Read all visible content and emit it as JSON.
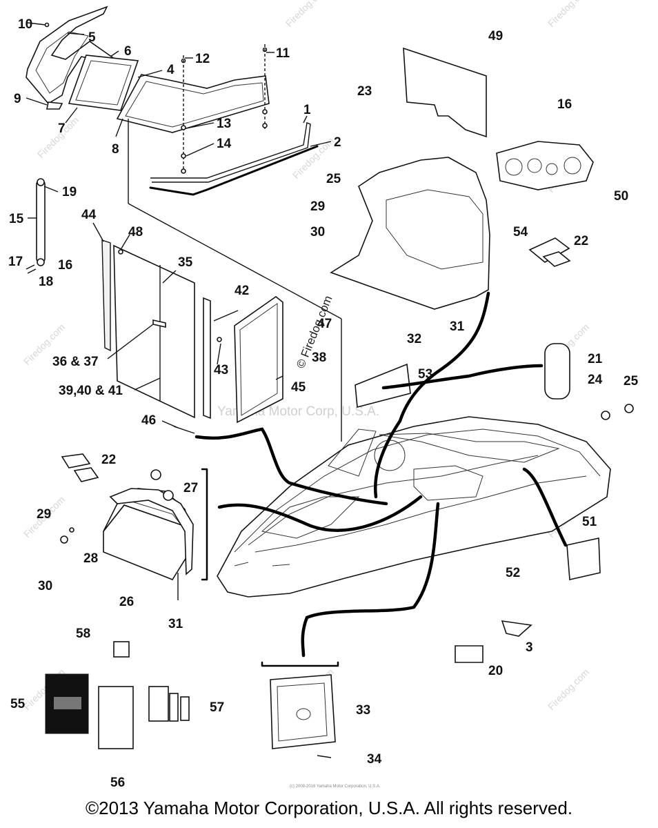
{
  "watermark": {
    "site": "Firedog.com",
    "center_text": "Yamaha Motor Corp, U.S.A.",
    "vertical_text": "© Firedog.com"
  },
  "tiny_credit": "(c) 2008-2016 Yamaha Motor Corporation, U.S.A.",
  "copyright": "©2013 Yamaha Motor Corporation, U.S.A. All rights reserved.",
  "labels": {
    "p1": "1",
    "p2": "2",
    "p3": "3",
    "p4": "4",
    "p5": "5",
    "p6": "6",
    "p7": "7",
    "p8": "8",
    "p9": "9",
    "p10": "10",
    "p11": "11",
    "p12": "12",
    "p13": "13",
    "p14": "14",
    "p15": "15",
    "p16a": "16",
    "p16b": "16",
    "p17": "17",
    "p18": "18",
    "p19": "19",
    "p20": "20",
    "p21": "21",
    "p22a": "22",
    "p22b": "22",
    "p23": "23",
    "p24": "24",
    "p25a": "25",
    "p25b": "25",
    "p26": "26",
    "p27": "27",
    "p28": "28",
    "p29a": "29",
    "p29b": "29",
    "p30a": "30",
    "p30b": "30",
    "p31a": "31",
    "p31b": "31",
    "p32": "32",
    "p33": "33",
    "p34": "34",
    "p35": "35",
    "p36": "36 & 37",
    "p38": "38",
    "p39": "39,40 & 41",
    "p42": "42",
    "p43": "43",
    "p44": "44",
    "p45": "45",
    "p46": "46",
    "p47": "47",
    "p48": "48",
    "p49": "49",
    "p50": "50",
    "p51": "51",
    "p52": "52",
    "p53": "53",
    "p54": "54",
    "p55": "55",
    "p56": "56",
    "p57": "57",
    "p58": "58"
  }
}
